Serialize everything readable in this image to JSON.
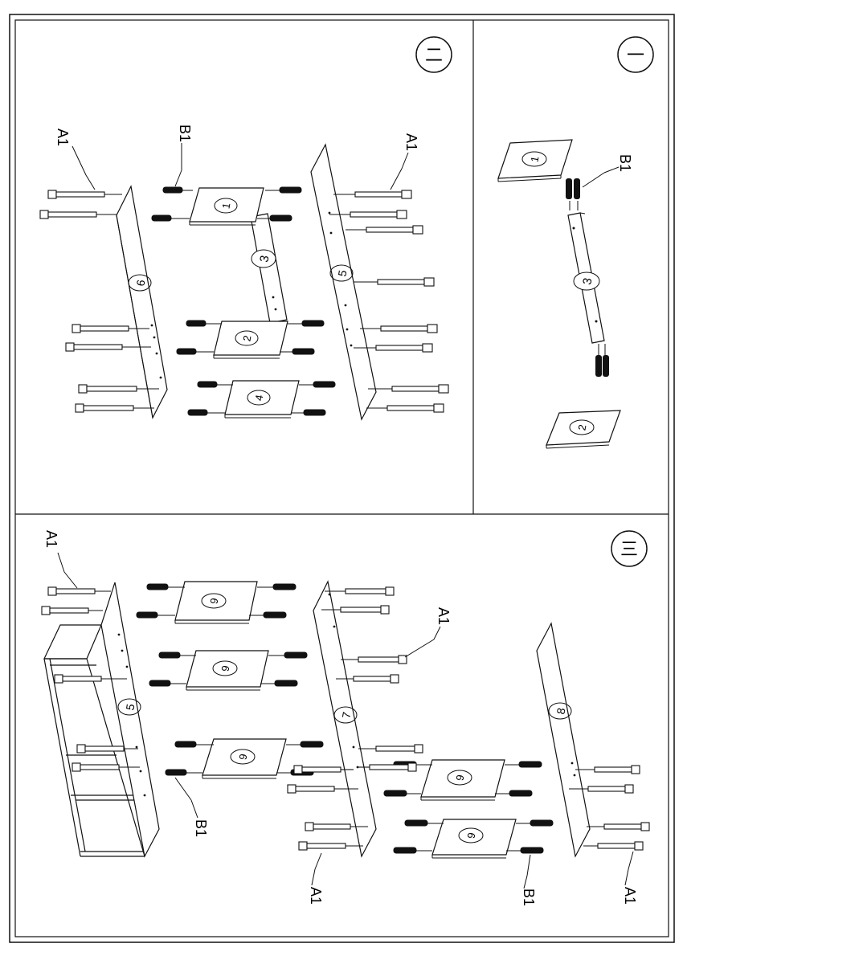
{
  "steps": {
    "one": {
      "numeral": "一"
    },
    "two": {
      "numeral": "二"
    },
    "three": {
      "numeral": "三"
    }
  },
  "fastener_labels": {
    "screw": "A1",
    "dowel": "B1"
  },
  "part_numbers": {
    "p1": "1",
    "p2": "2",
    "p3": "3",
    "p4": "4",
    "p5": "5",
    "p6": "6",
    "p7": "7",
    "p8": "8",
    "p9": "9"
  },
  "colors": {
    "line": "#111111",
    "dowel": "#111111",
    "paper": "#ffffff"
  }
}
